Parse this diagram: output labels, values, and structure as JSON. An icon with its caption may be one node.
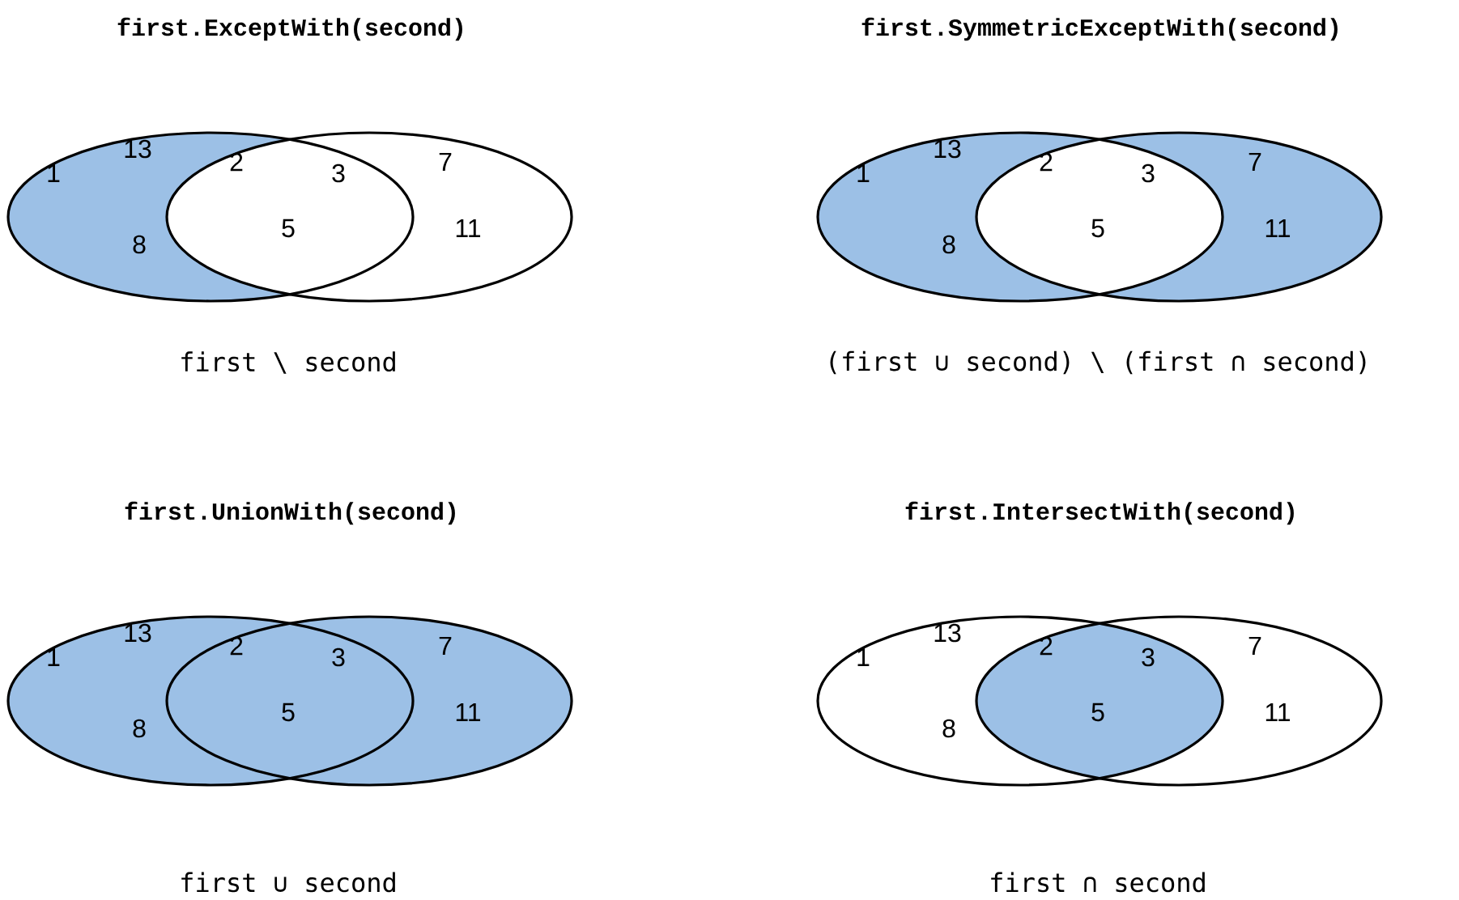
{
  "diagram": {
    "nodes": [
      {
        "text": [],
        "shape": "ellipse"
      },
      {
        "text": [],
        "shape": "ellipse"
      },
      {
        "text": [],
        "shape": "ellipse"
      },
      {
        "text": [],
        "shape": "ellipse"
      },
      {
        "text": [],
        "shape": "ellipse"
      },
      {
        "text": [],
        "shape": "ellipse"
      },
      {
        "text": [],
        "shape": "ellipse"
      },
      {
        "text": [],
        "shape": "ellipse"
      }
    ],
    "labels": [
      "first.ExceptWith(second)",
      "first.SymmetricExceptWith(second)",
      "1",
      "13",
      "8",
      "2",
      "3",
      "5",
      "7",
      "11",
      "1",
      "13",
      "8",
      "2",
      "3",
      "5",
      "7",
      "11",
      "first \\ second",
      "(first ∪ second) \\ (first ∩ second)",
      "first.UnionWith(second)",
      "first.IntersectWith(second)",
      "1",
      "13",
      "8",
      "2",
      "3",
      "5",
      "7",
      "11",
      "1",
      "13",
      "8",
      "2",
      "3",
      "5",
      "7",
      "11",
      "first ∪ second",
      "first ∩ second"
    ]
  }
}
